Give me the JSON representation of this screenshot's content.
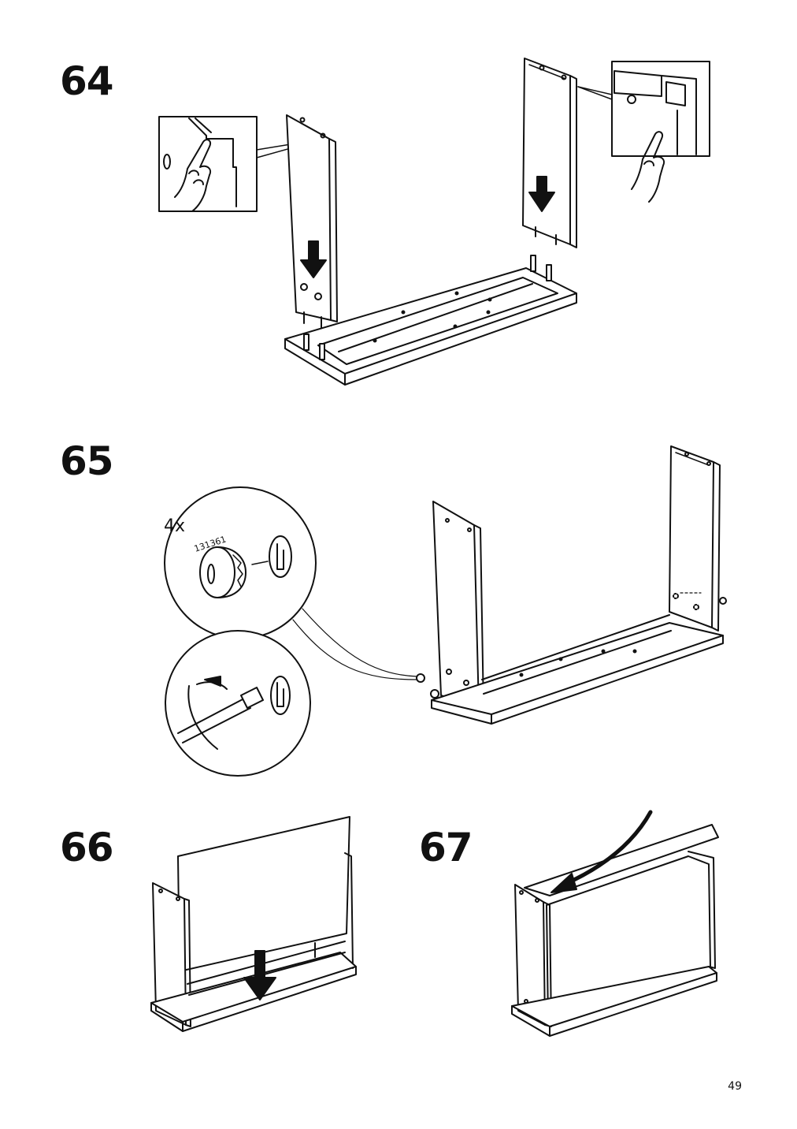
{
  "steps": [
    {
      "number": "64"
    },
    {
      "number": "65",
      "quantity": "4x",
      "part_number": "131361"
    },
    {
      "number": "66"
    },
    {
      "number": "67"
    }
  ],
  "page_number": "49",
  "icons": [
    "pointing-hand-icon",
    "down-arrow-icon",
    "curved-arrow-icon",
    "cam-lock-icon",
    "screwdriver-icon",
    "wooden-dowel-icon"
  ]
}
